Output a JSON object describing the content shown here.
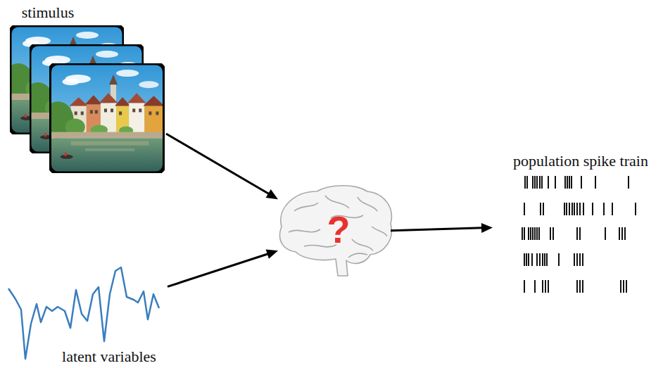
{
  "diagram": {
    "nodes": [
      {
        "text": [
          "stimulus"
        ]
      },
      {
        "text": [
          "latent variables"
        ]
      },
      {
        "text": [
          "?"
        ]
      },
      {
        "text": [
          "population spike train"
        ]
      }
    ],
    "edges": [
      {
        "from": 0,
        "to": 2,
        "arrow": "to"
      },
      {
        "from": 1,
        "to": 2,
        "arrow": "to"
      },
      {
        "from": 2,
        "to": 3,
        "arrow": "to"
      }
    ]
  }
}
